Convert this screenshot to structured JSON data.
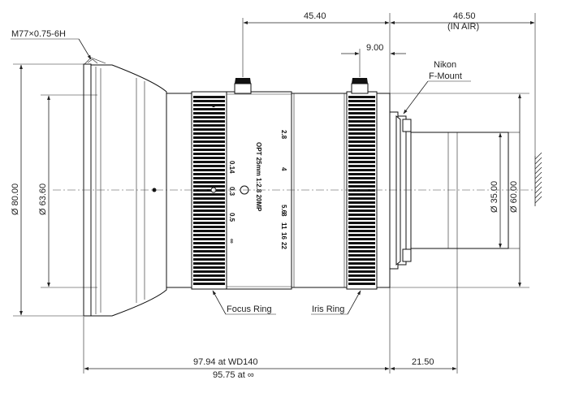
{
  "dimensions": {
    "thread": "M77×0.75-6H",
    "d80": "Ø 80.00",
    "d63": "Ø 63.60",
    "d35": "Ø 35.00",
    "d60": "Ø 60.00",
    "len_4540": "45.40",
    "len_4650": "46.50",
    "in_air": "(IN AIR)",
    "len_900": "9.00",
    "len_wd140": "97.94 at WD140",
    "len_inf": "95.75 at ∞",
    "len_2150": "21.50"
  },
  "labels": {
    "mount_line1": "Nikon",
    "mount_line2": "F-Mount",
    "focus_ring": "Focus Ring",
    "iris_ring": "Iris Ring"
  },
  "lens_markings": {
    "model": "OPT 25mm 1:2.8 20MP",
    "iris_scale": [
      "2.8",
      "4",
      "5.6",
      "8",
      "11",
      "16",
      "22"
    ],
    "focus_scale": [
      "0.14",
      "0.3",
      "0.5",
      "∞"
    ]
  }
}
